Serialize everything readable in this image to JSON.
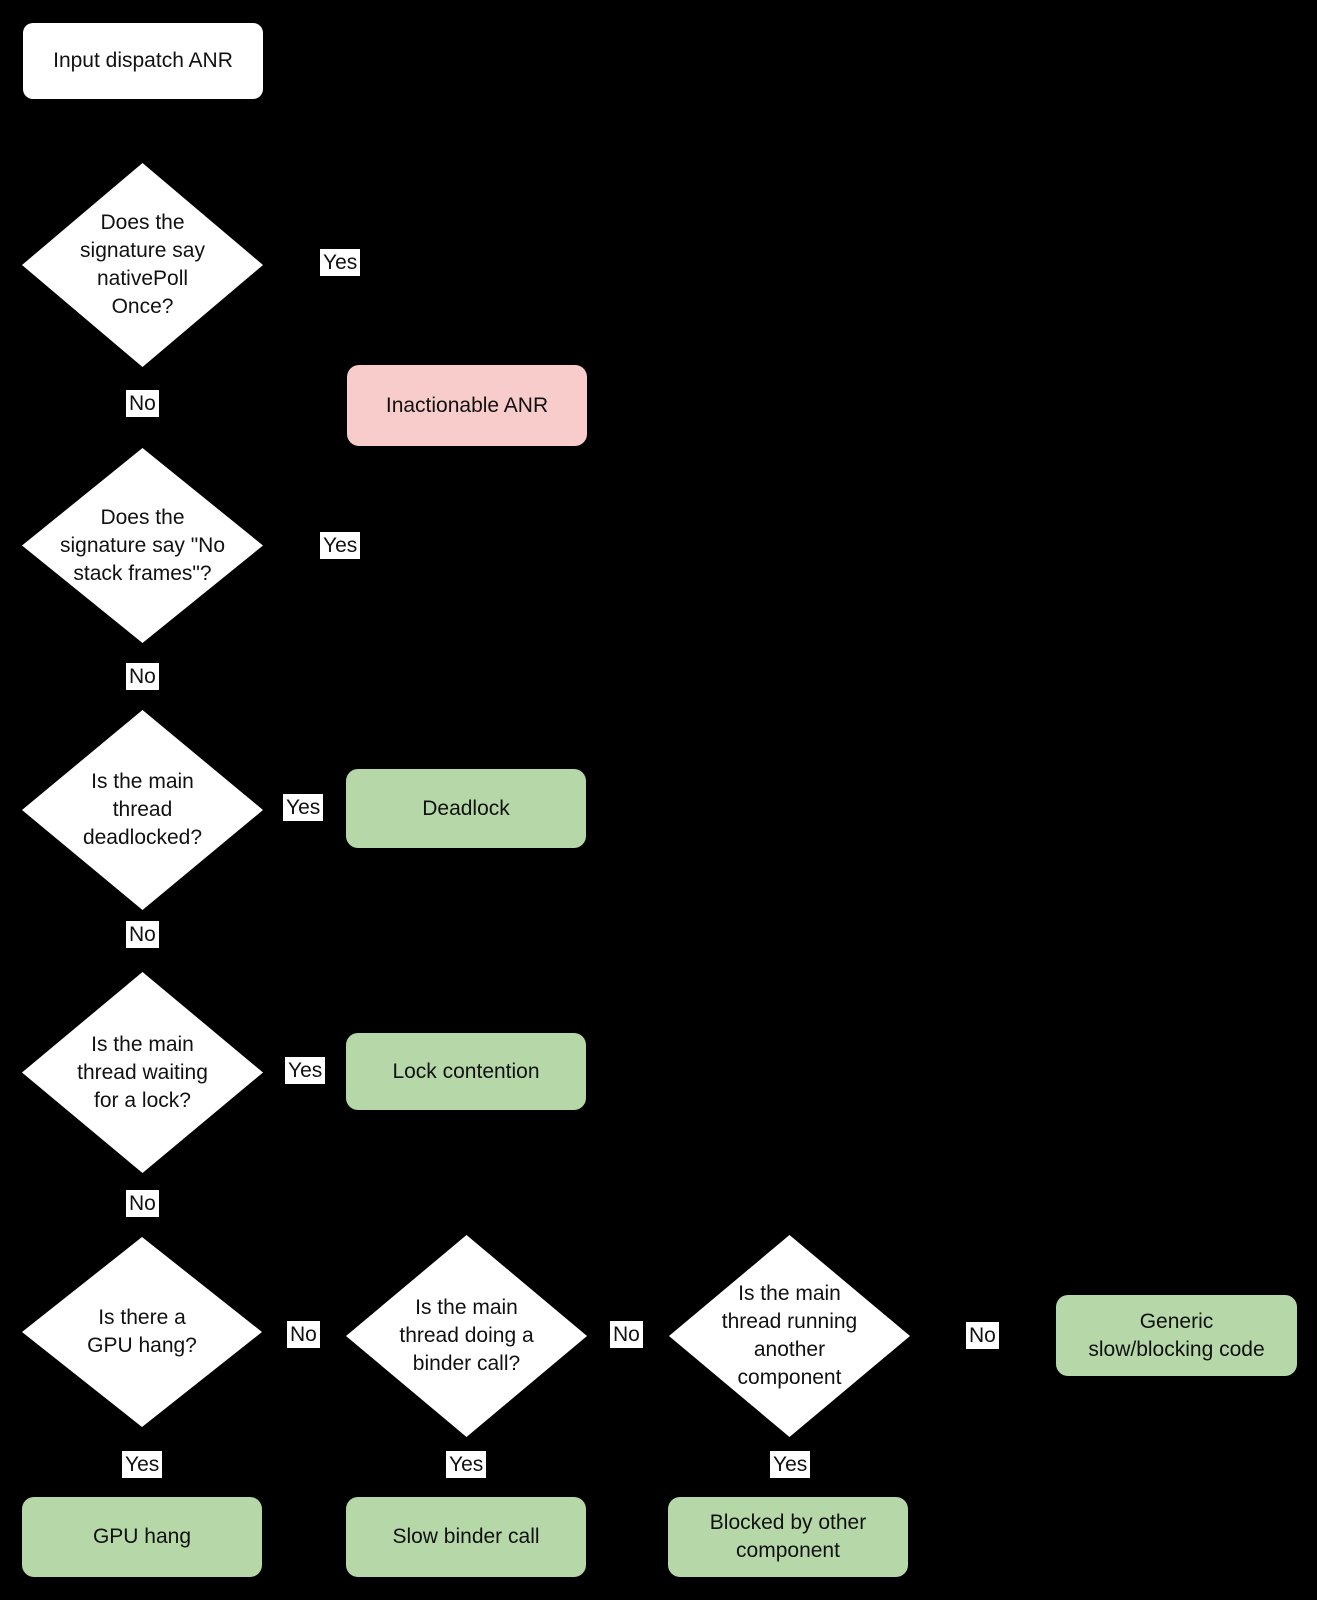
{
  "diagram": {
    "title": "Input dispatch ANR decision flowchart",
    "colors": {
      "background": "#000000",
      "decision_fill": "#ffffff",
      "outcome_green": "#b6d7a8",
      "outcome_red": "#f8cccb",
      "text": "#111111",
      "edge_label_bg": "#ffffff"
    },
    "nodes": {
      "start": "Input dispatch ANR",
      "d1": "Does the\nsignature say\nnativePoll\nOnce?",
      "inactionable": "Inactionable ANR",
      "d2": "Does the\nsignature say \"No\nstack frames\"?",
      "d3": "Is the main\nthread\ndeadlocked?",
      "deadlock": "Deadlock",
      "d4": "Is the main\nthread waiting\nfor a lock?",
      "lock_contention": "Lock contention",
      "d5": "Is there a\nGPU hang?",
      "d6": "Is the main\nthread doing a\nbinder call?",
      "d7": "Is the main\nthread running\nanother\ncomponent",
      "generic": "Generic\nslow/blocking code",
      "gpu_hang": "GPU hang",
      "slow_binder": "Slow binder call",
      "blocked_other": "Blocked by other\ncomponent"
    },
    "edge_labels": {
      "yes1": "Yes",
      "no1": "No",
      "yes2": "Yes",
      "no2": "No",
      "yes3": "Yes",
      "no3": "No",
      "yes4": "Yes",
      "no4": "No",
      "no5": "No",
      "no6": "No",
      "no7": "No",
      "yes_gpu": "Yes",
      "yes_binder": "Yes",
      "yes_component": "Yes"
    }
  }
}
